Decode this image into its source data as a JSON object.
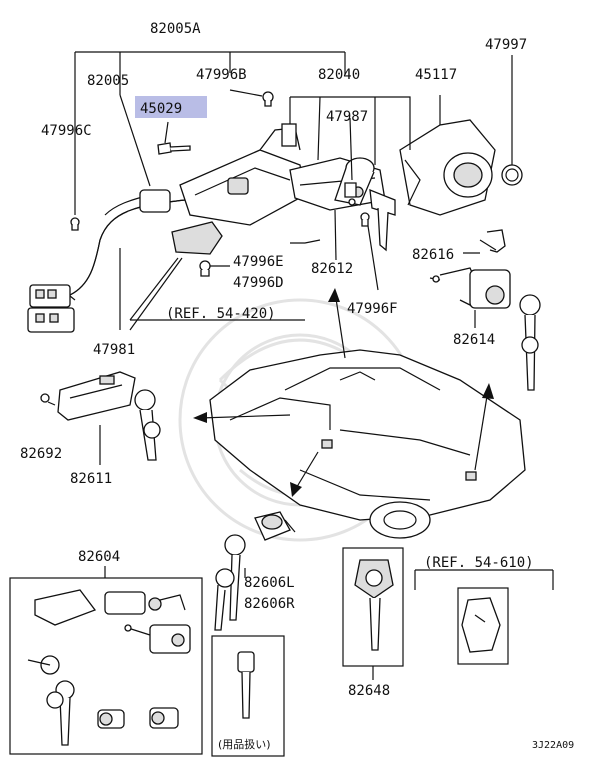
{
  "labels": {
    "p82005A": "82005A",
    "p82005": "82005",
    "p47996B": "47996B",
    "p82040": "82040",
    "p45117": "45117",
    "p47997": "47997",
    "p45029": "45029",
    "p47996C": "47996C",
    "p47987": "47987",
    "p82612": "82612",
    "p47996E": "47996E",
    "p47996D": "47996D",
    "p82616": "82616",
    "p47996F": "47996F",
    "p82614": "82614",
    "p47981": "47981",
    "p82692": "82692",
    "p82611": "82611",
    "p82604": "82604",
    "p82606L": "82606L",
    "p82606R": "82606R",
    "p82648": "82648"
  },
  "references": {
    "ref_54_420": "(REF. 54-420)",
    "ref_54_610": "(REF. 54-610)"
  },
  "key_box_caption": "(用品扱い)",
  "diagram_code": "3J22A09",
  "highlight_color": "#b9bde6"
}
